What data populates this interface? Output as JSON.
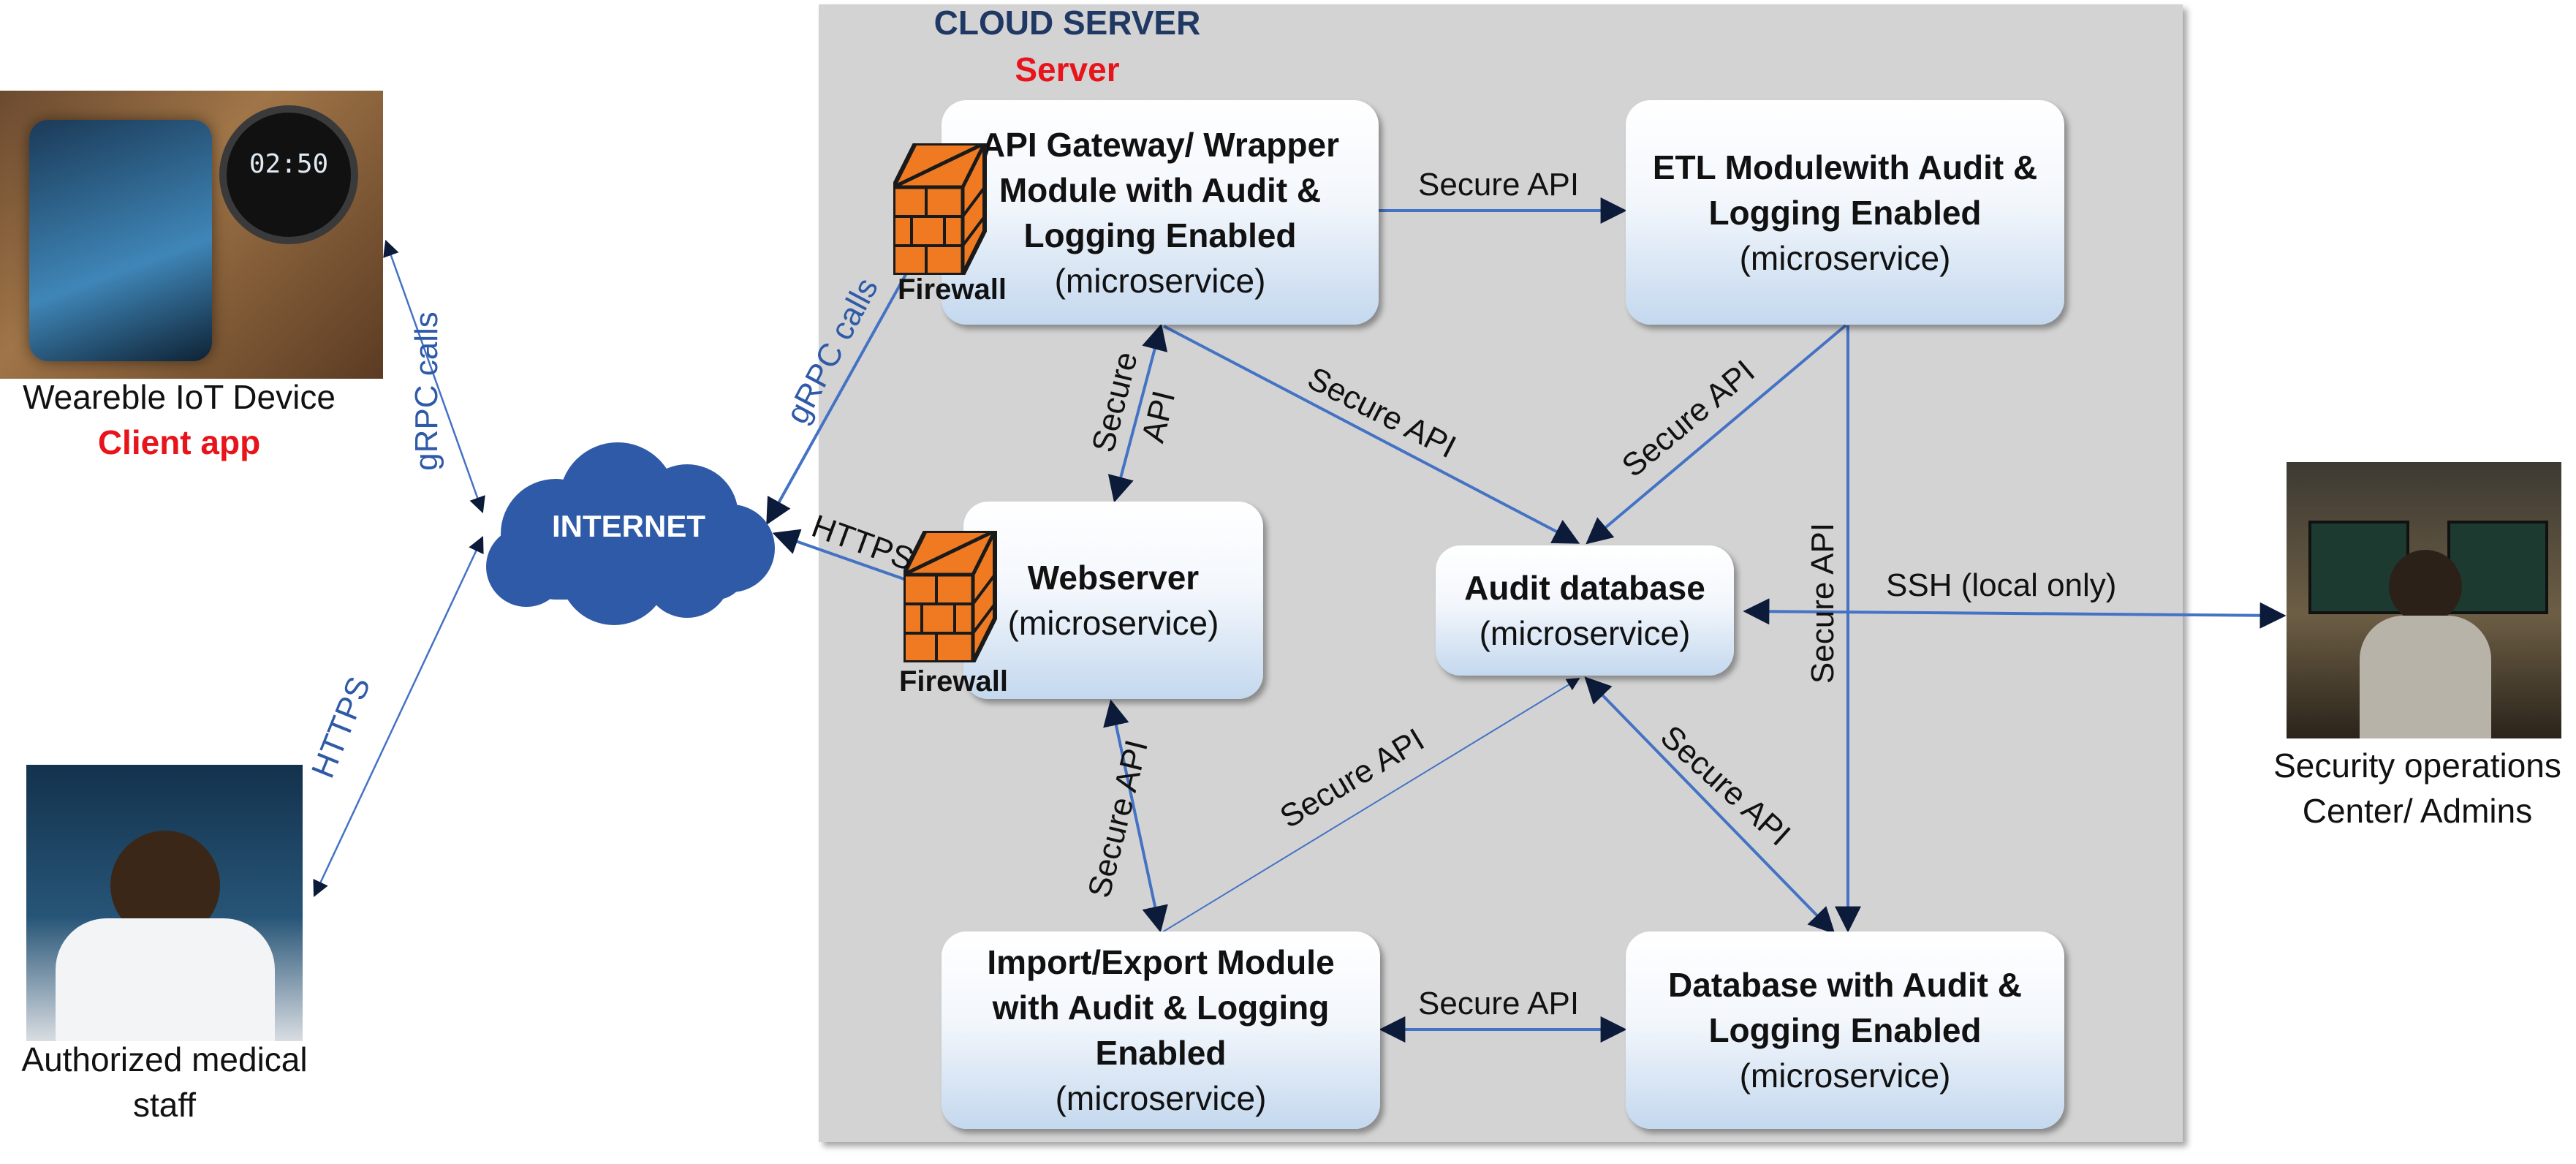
{
  "diagram": {
    "cloud_title": "CLOUD SERVER",
    "server_label": "Server",
    "nodes": {
      "api_gateway": {
        "line1": "API Gateway/ Wrapper",
        "line2": "Module with Audit &",
        "line3": "Logging Enabled",
        "sub": "(microservice)"
      },
      "etl": {
        "line1": "ETL Modulewith Audit &",
        "line2": "Logging Enabled",
        "sub": "(microservice)"
      },
      "webserver": {
        "line1": "Webserver",
        "sub": "(microservice)"
      },
      "audit_db": {
        "line1": "Audit database",
        "sub": "(microservice)"
      },
      "import_export": {
        "line1": "Import/Export Module",
        "line2": "with Audit & Logging",
        "line3": "Enabled",
        "sub": "(microservice)"
      },
      "database": {
        "line1": "Database with Audit &",
        "line2": "Logging Enabled",
        "sub": "(microservice)"
      }
    },
    "internet_label": "INTERNET",
    "firewall_label": "Firewall",
    "edge_labels": {
      "grpc_left": "gRPC calls",
      "grpc_right": "gRPC calls",
      "https_left": "HTTPS",
      "https_right": "HTTPS",
      "secure_api": "Secure API",
      "secure_api_split_1": "Secure",
      "secure_api_split_2": "API",
      "ssh": "SSH (local only)"
    },
    "actors": {
      "iot_device": {
        "line1": "Weareble IoT Device",
        "line2": "Client app"
      },
      "medical_staff": {
        "line1": "Authorized medical",
        "line2": "staff"
      },
      "soc": {
        "line1": "Security operations",
        "line2": "Center/ Admins"
      }
    },
    "watch_time": "02:50"
  },
  "colors": {
    "panel": "#d3d3d3",
    "title_navy": "#1f3864",
    "accent_red": "#e8141b",
    "arrow_blue": "#4472c4",
    "internet_blue": "#2e5aa7",
    "firewall_orange": "#ef7a22"
  }
}
